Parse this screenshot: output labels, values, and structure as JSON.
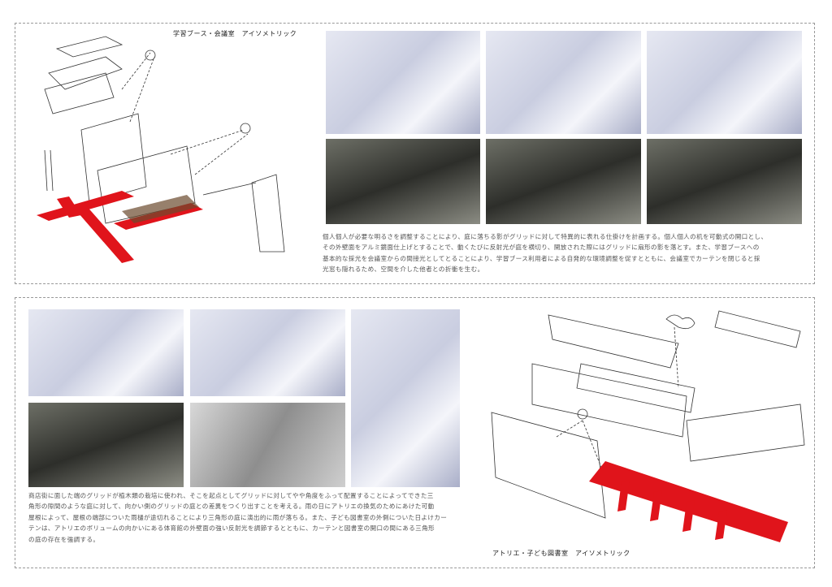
{
  "top": {
    "caption": "学習ブース・会議室　アイソメトリック",
    "description": [
      "個人個人が必要な明るさを調整することにより、庭に落ちる影がグリッドに対して特異的に表れる仕掛けを計画する。個人個人の机を可動式の開口とし、",
      "その外壁面をアルミ鏡面仕上げとすることで、動くたびに反射光が庭を横切り、開放された際にはグリッドに扇形の影を落とす。また、学習ブースへの",
      "基本的な採光を会議室からの間接光としてとることにより、学習ブース利用者による自発的な環境調整を促すとともに、会議室でカーテンを閉じると採",
      "光窓も隠れるため、空間を介した他者との折衝を生む。"
    ]
  },
  "bottom": {
    "caption": "アトリエ・子ども図書室　アイソメトリック",
    "description": [
      "商店街に面した端のグリッドが植木類の栽培に使われ、そこを起点としてグリッドに対してやや角度をふって配置することによってできた三",
      "角形の隙間のような庭に対して、向かい側のグリッドの庭との差異をつくり出すことを考える。雨の日にアトリエの換気のためにあけた可動",
      "屋根によって、屋根の端部についた雨樋が途切れることにより三角形の庭に演出的に雨が落ちる。また、子ども図書室の外側についた日よけカー",
      "テンは、アトリエのボリュームの向かいにある体育館の外壁面の強い反射光を調節するとともに、カーテンと図書室の開口の間にある三角形",
      "の庭の存在を強調する。"
    ]
  },
  "colors": {
    "accent": "#e0141b"
  }
}
